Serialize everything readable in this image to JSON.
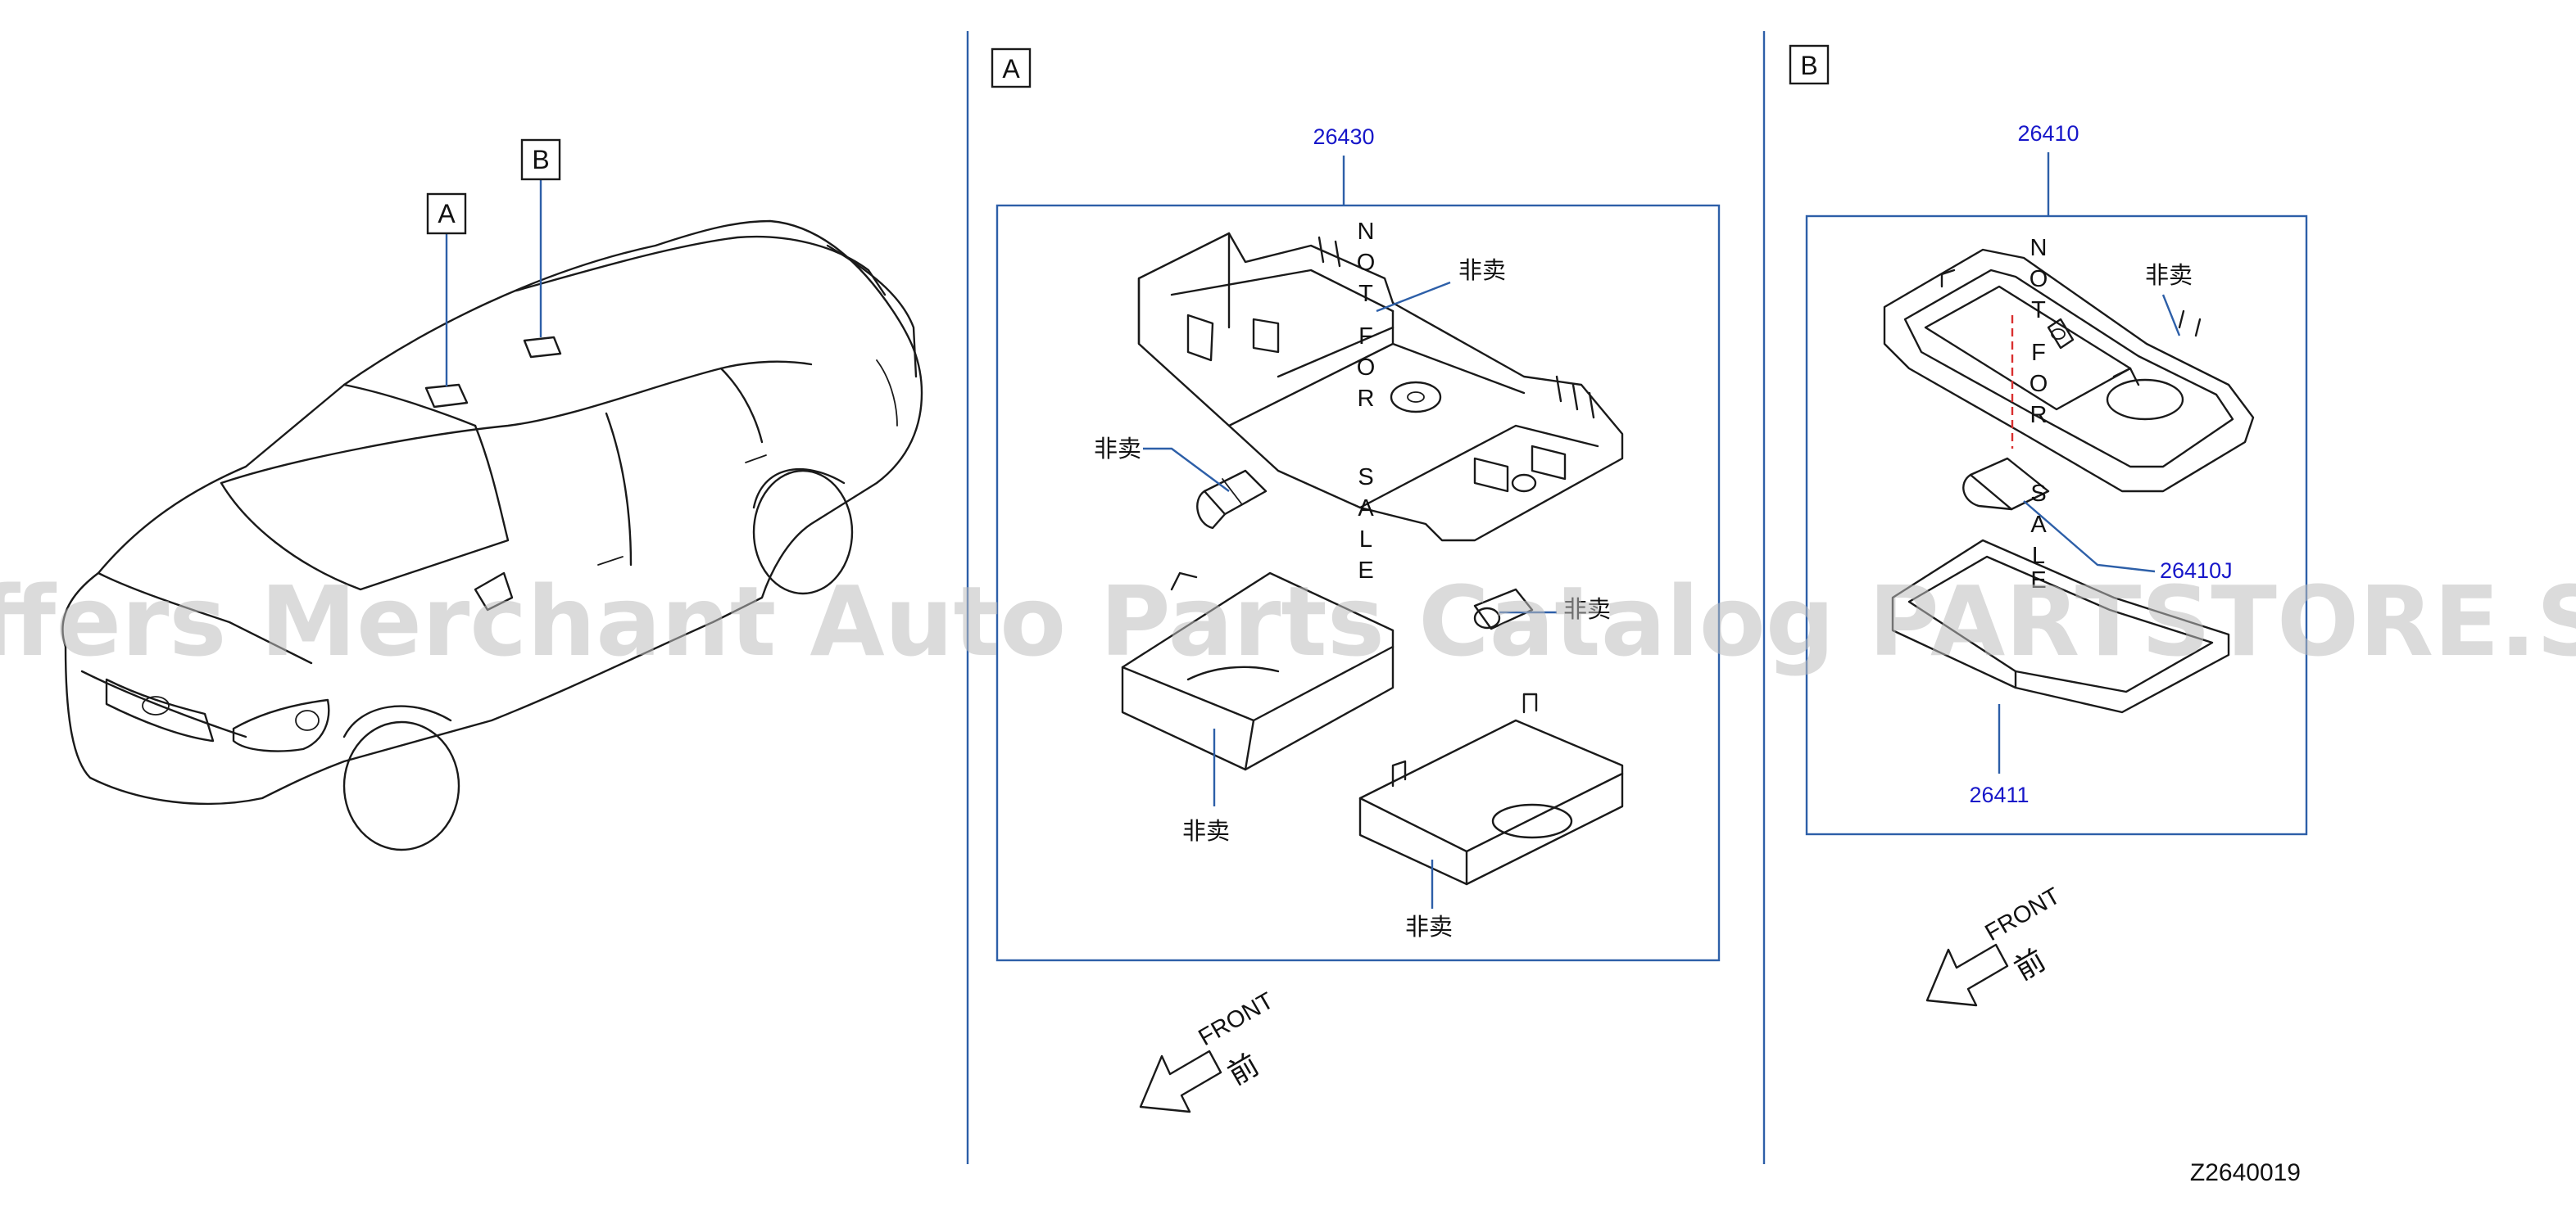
{
  "callouts": {
    "view_a": "A",
    "view_b": "B"
  },
  "parts": {
    "p26430": "26430",
    "p26410": "26410",
    "p26410j": "26410J",
    "p26411": "26411"
  },
  "not_for_sale": "非卖",
  "stamp": [
    "N",
    "O",
    "T",
    "F",
    "O",
    "R",
    "S",
    "A",
    "L",
    "E"
  ],
  "front": {
    "en": "FRONT",
    "zh": "前"
  },
  "watermark": "Offers Merchant Auto Parts Catalog PARTSTORE.SA",
  "figure_code": "Z2640019",
  "colors": {
    "part_number": "#1717c9",
    "frame_line": "#2d5fa8",
    "ink": "#1a1a1a",
    "watermark": "#bdbdbd",
    "center_mark": "#d93030"
  }
}
